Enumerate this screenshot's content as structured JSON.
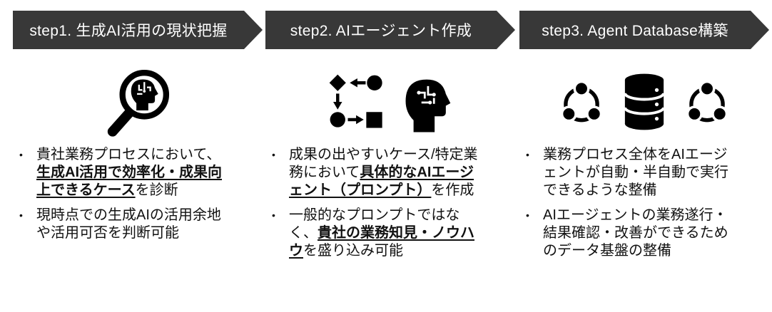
{
  "colors": {
    "banner_bg": "#383838",
    "banner_text": "#ffffff",
    "body_text": "#111111",
    "icon_color": "#000000",
    "background": "#ffffff"
  },
  "steps": [
    {
      "banner": "step1. 生成AI活用の現状把握",
      "icons": [
        "magnifier-brain-icon"
      ],
      "bullets": [
        {
          "segments": [
            {
              "text": "貴社業務プロセスにおいて、",
              "em": false
            },
            {
              "text": "生成AI活用で効率化・成果向上できるケース",
              "em": true
            },
            {
              "text": "を診断",
              "em": false
            }
          ]
        },
        {
          "segments": [
            {
              "text": "現時点での生成AIの活用余地や活用可否を判断可能",
              "em": false
            }
          ]
        }
      ]
    },
    {
      "banner": "step2. AIエージェント作成",
      "icons": [
        "flowchart-icon",
        "ai-head-icon"
      ],
      "bullets": [
        {
          "segments": [
            {
              "text": "成果の出やすいケース/特定業務において",
              "em": false
            },
            {
              "text": "具体的なAIエージェント（プロンプト）",
              "em": true
            },
            {
              "text": "を作成",
              "em": false
            }
          ]
        },
        {
          "segments": [
            {
              "text": "一般的なプロンプトではなく、",
              "em": false
            },
            {
              "text": "貴社の業務知見・ノウハウ",
              "em": true
            },
            {
              "text": "を盛り込み可能",
              "em": false
            }
          ]
        }
      ]
    },
    {
      "banner": "step3. Agent Database構築",
      "icons": [
        "share-network-icon",
        "database-icon",
        "share-network-icon"
      ],
      "bullets": [
        {
          "segments": [
            {
              "text": "業務プロセス全体をAIエージェントが自動・半自動で実行できるような整備",
              "em": false
            }
          ]
        },
        {
          "segments": [
            {
              "text": "AIエージェントの業務遂行・結果確認・改善ができるためのデータ基盤の整備",
              "em": false
            }
          ]
        }
      ]
    }
  ]
}
